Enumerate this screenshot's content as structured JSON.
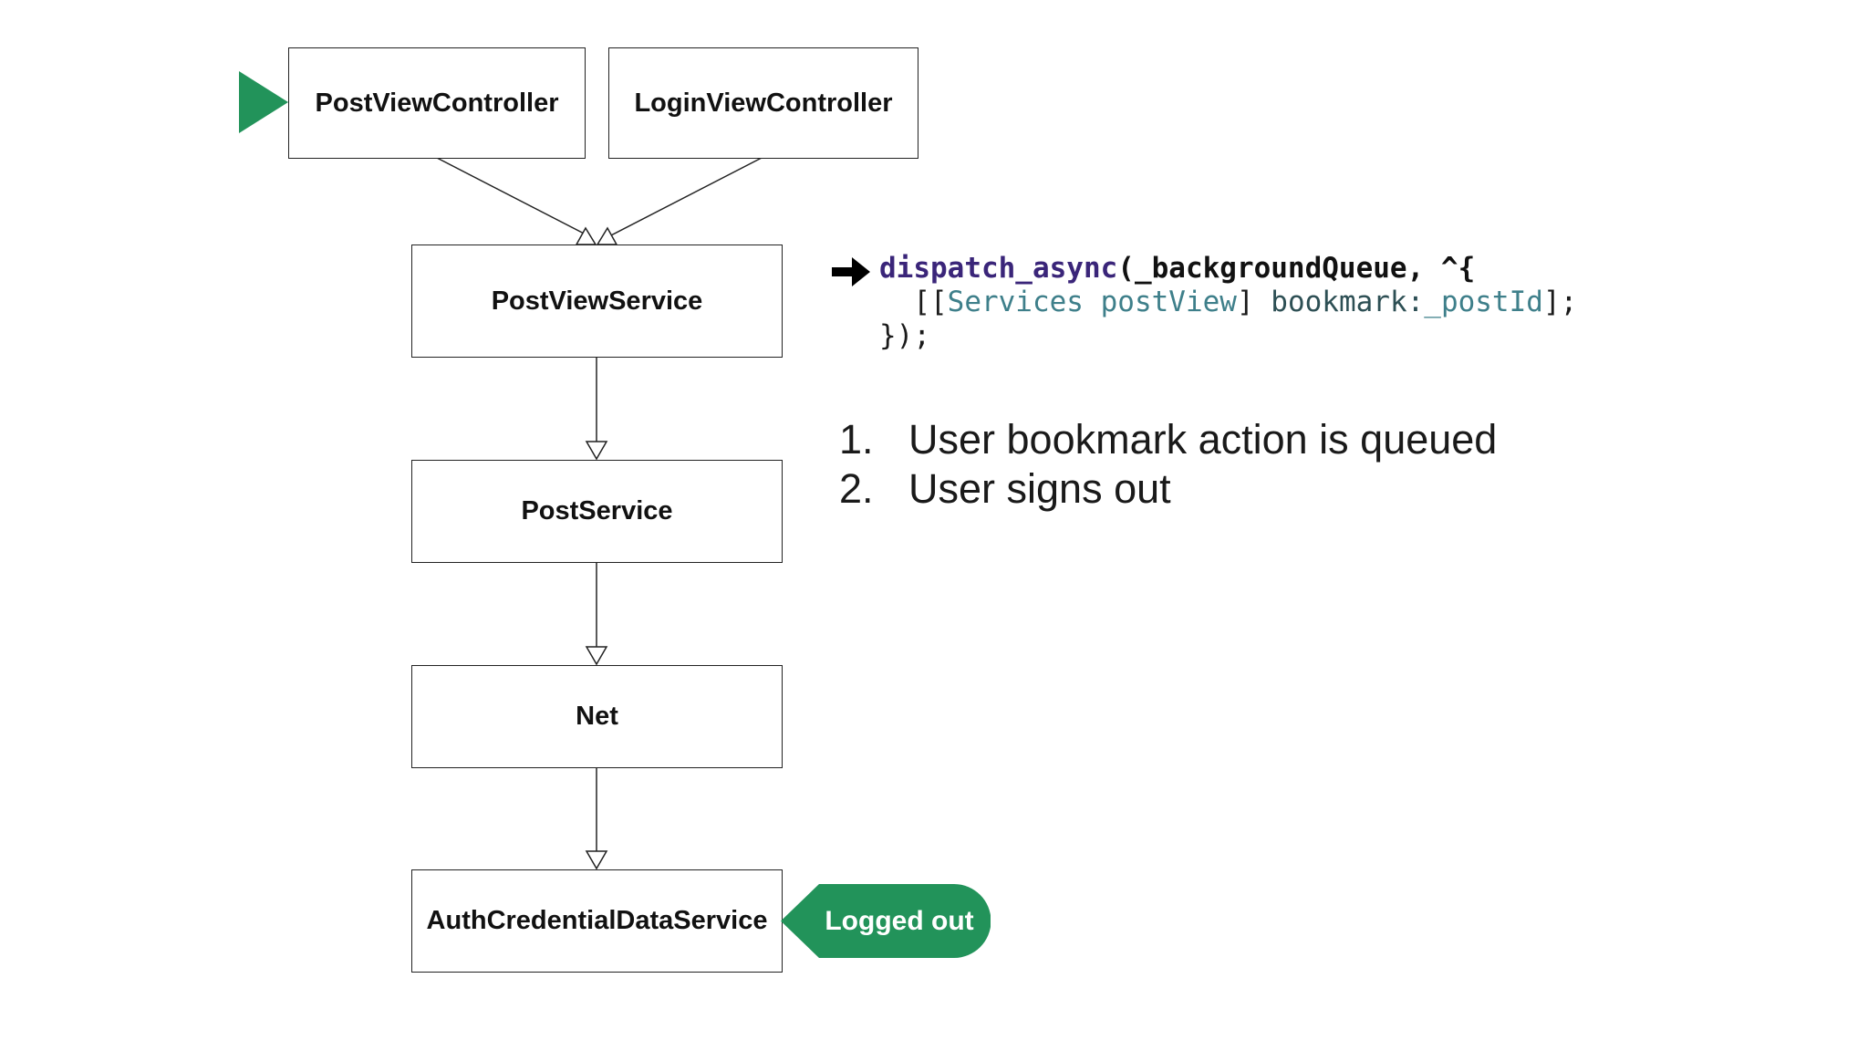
{
  "boxes": {
    "post_view_controller": "PostViewController",
    "login_view_controller": "LoginViewController",
    "post_view_service": "PostViewService",
    "post_service": "PostService",
    "net": "Net",
    "auth_credential_data_service": "AuthCredentialDataService"
  },
  "code": {
    "line1_fn": "dispatch_async",
    "line1_rest": "(_backgroundQueue, ^{",
    "line2_open": "  [[",
    "line2_class": "Services",
    "line2_sel": "postView",
    "line2_mid": "]",
    "line2_msg": "bookmark:",
    "line2_arg": "_postId",
    "line2_close": "];",
    "line3": "});"
  },
  "steps": [
    {
      "number": "1.",
      "text": "User bookmark action is queued"
    },
    {
      "number": "2.",
      "text": "User signs out"
    }
  ],
  "badge": {
    "label": "Logged out"
  },
  "colors": {
    "accent_green": "#22935a",
    "code_keyword": "#3a2579",
    "code_class": "#3e7f8a"
  }
}
